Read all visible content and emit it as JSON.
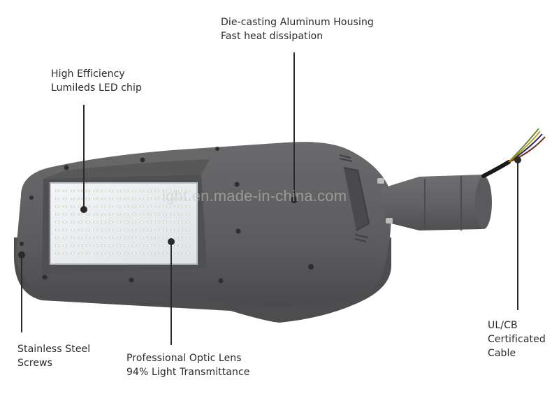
{
  "image": {
    "subject": "LED street light housing with annotated features",
    "background_color": "#ffffff",
    "housing_color": "#5f5f61",
    "led_panel_color": "#e9ecef",
    "callout_line_color": "#2a2a2a"
  },
  "callouts": {
    "housing": {
      "line1": "Die-casting Aluminum Housing",
      "line2": "Fast heat dissipation"
    },
    "led_chip": {
      "line1": "High Efficiency",
      "line2": "Lumileds LED chip"
    },
    "screws": {
      "line1": "Stainless Steel",
      "line2": "Screws"
    },
    "optic_lens": {
      "line1": "Professional Optic Lens",
      "line2": "94% Light Transmittance"
    },
    "cable": {
      "line1": "UL/CB",
      "line2": "Certificated",
      "line3": "Cable"
    }
  },
  "watermark": {
    "text": "ight.en.made-in-china.com"
  },
  "cable_wires": [
    "#6b8e23",
    "#1f2a6b",
    "#6b2a1a"
  ]
}
